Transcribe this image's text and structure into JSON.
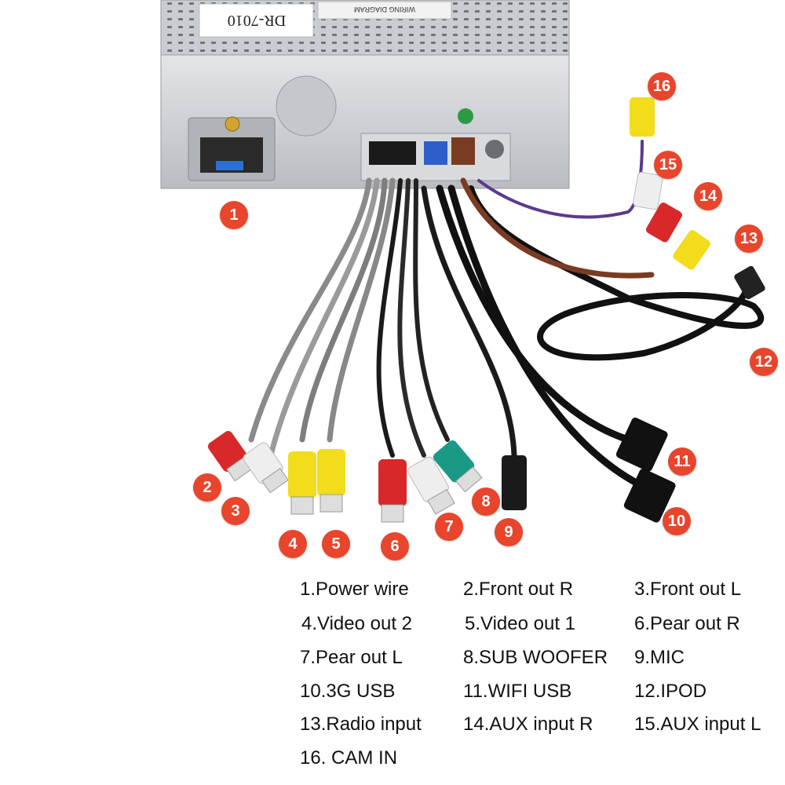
{
  "unit": {
    "model_label": "DR-7010",
    "sticker_text": "WIRING DIAGRAM"
  },
  "badges": [
    "1",
    "2",
    "3",
    "4",
    "5",
    "6",
    "7",
    "8",
    "9",
    "10",
    "11",
    "12",
    "13",
    "14",
    "15",
    "16"
  ],
  "legend": [
    "1.Power wire",
    "2.Front out R",
    "3.Front out L",
    "4.Video out 2",
    "5.Video out 1",
    "6.Pear out R",
    "7.Pear out L",
    "8.SUB WOOFER",
    "9.MIC",
    "10.3G USB",
    "11.WIFI USB",
    "12.IPOD",
    "13.Radio input",
    "14.AUX input R",
    "15.AUX input L",
    "16. CAM IN"
  ],
  "colors": {
    "badge": "#e8452c",
    "rca_red": "#d8282a",
    "rca_white": "#eeeeee",
    "rca_yellow": "#f2dc1c",
    "rca_green": "#1a9a86",
    "cable_black": "#1a1a1a",
    "cable_gray": "#8a8a8a",
    "cable_brown": "#7a3b22",
    "cable_purple": "#5b3a8c",
    "chassis": "#cfd2d6"
  }
}
